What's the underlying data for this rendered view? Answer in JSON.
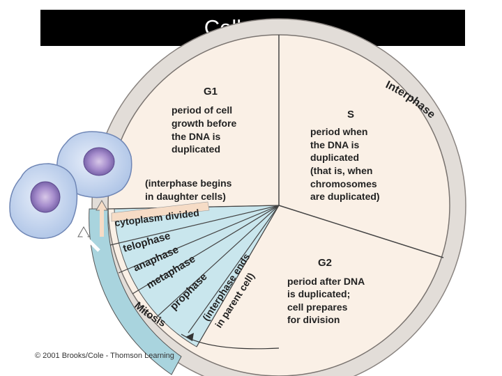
{
  "title": "Cell Cycle",
  "ring_label": "Interphase",
  "g1": {
    "heading": "G1",
    "lines": [
      "period of cell",
      "growth before",
      "the DNA is",
      "duplicated"
    ],
    "note_lines": [
      "(interphase begins",
      "in daughter cells)"
    ]
  },
  "s": {
    "heading": "S",
    "lines": [
      "period when",
      "the DNA is",
      "duplicated",
      "(that is, when",
      "chromosomes",
      "are duplicated)"
    ]
  },
  "g2": {
    "heading": "G2",
    "lines": [
      "period after DNA",
      "is duplicated;",
      "cell prepares",
      "for division"
    ]
  },
  "mitosis_phases": {
    "cytoplasm": "cytoplasm divided",
    "telophase": "telophase",
    "anaphase": "anaphase",
    "metaphase": "metaphase",
    "prophase": "prophase",
    "interphase_ends_1": "(interphase ends",
    "interphase_ends_2": "in parent cell)",
    "mitosis": "Mitosis"
  },
  "credit": "© 2001 Brooks/Cole - Thomson Learning",
  "colors": {
    "title_bar": "#000000",
    "ring": "#e2ddd8",
    "g1_s_g2_fill": "#faf0e6",
    "mitosis_band": "#b9dde6",
    "cell_body": "#c3d6f0",
    "nucleus": "#9a80c2"
  }
}
